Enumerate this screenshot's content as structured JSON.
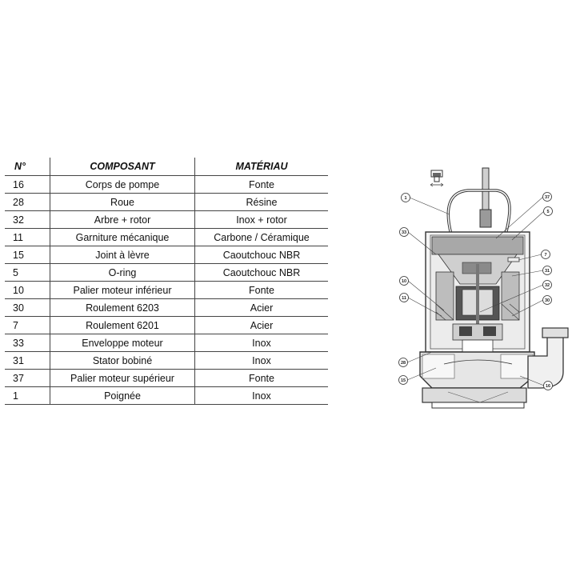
{
  "table": {
    "headers": {
      "num": "N°",
      "component": "COMPOSANT",
      "material": "MATÉRIAU"
    },
    "rows": [
      {
        "num": "16",
        "component": "Corps de pompe",
        "material": "Fonte"
      },
      {
        "num": "28",
        "component": "Roue",
        "material": "Résine"
      },
      {
        "num": "32",
        "component": "Arbre + rotor",
        "material": "Inox + rotor"
      },
      {
        "num": "11",
        "component": "Garniture mécanique",
        "material": "Carbone / Céramique"
      },
      {
        "num": "15",
        "component": "Joint à lèvre",
        "material": "Caoutchouc NBR"
      },
      {
        "num": "5",
        "component": "O-ring",
        "material": "Caoutchouc NBR"
      },
      {
        "num": "10",
        "component": "Palier moteur inférieur",
        "material": "Fonte"
      },
      {
        "num": "30",
        "component": "Roulement 6203",
        "material": "Acier"
      },
      {
        "num": "7",
        "component": "Roulement 6201",
        "material": "Acier"
      },
      {
        "num": "33",
        "component": "Enveloppe moteur",
        "material": "Inox"
      },
      {
        "num": "31",
        "component": "Stator bobiné",
        "material": "Inox"
      },
      {
        "num": "37",
        "component": "Palier moteur supérieur",
        "material": "Fonte"
      },
      {
        "num": "1",
        "component": "Poignée",
        "material": "Inox"
      }
    ]
  },
  "diagram": {
    "callouts": {
      "c1": "1",
      "c37": "37",
      "c5": "5",
      "c33": "33",
      "c7": "7",
      "c31": "31",
      "c10": "10",
      "c32": "32",
      "c11": "11",
      "c30": "30",
      "c28": "28",
      "c15": "15",
      "c16": "16"
    }
  }
}
